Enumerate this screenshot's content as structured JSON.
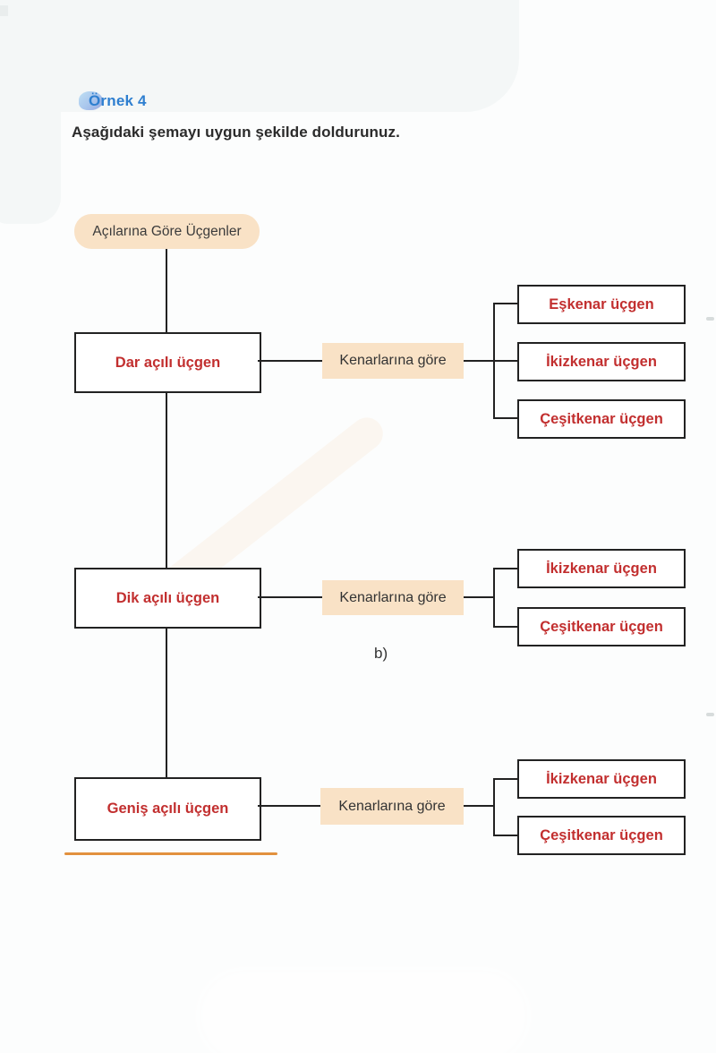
{
  "header": {
    "example_label": "Örnek 4",
    "instruction": "Aşağıdaki şemayı uygun şekilde doldurunuz.",
    "icon": "blue-blob-icon"
  },
  "diagram": {
    "root": "Açılarına Göre Üçgenler",
    "side_criterion_label": "Kenarlarına göre",
    "note_label": "b)",
    "rows": [
      {
        "angle_type": "Dar açılı üçgen",
        "side_types": [
          "Eşkenar üçgen",
          "İkizkenar üçgen",
          "Çeşitkenar üçgen"
        ]
      },
      {
        "angle_type": "Dik açılı üçgen",
        "side_types": [
          "İkizkenar üçgen",
          "Çeşitkenar üçgen"
        ]
      },
      {
        "angle_type": "Geniş açılı üçgen",
        "side_types": [
          "İkizkenar üçgen",
          "Çeşitkenar üçgen"
        ]
      }
    ]
  },
  "colors": {
    "peach": "#f9e2c6",
    "red_text": "#c22f2f",
    "line_black": "#222222",
    "header_blue": "#2e7fd0",
    "underline_orange": "#e2913e",
    "page_background": "#fcfdfd"
  }
}
